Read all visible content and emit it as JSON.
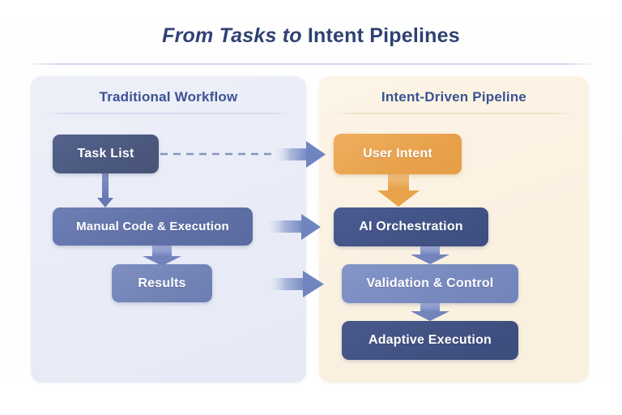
{
  "title": {
    "italic_part": "From Tasks to ",
    "roman_part": "Intent Pipelines",
    "full": "From Tasks to Intent Pipelines"
  },
  "colors": {
    "title_blue": "#2E4272",
    "panel_header_blue": "#3B5391",
    "left_panel_bg": "#EDEFF8",
    "right_panel_bg": "#FCF4E6",
    "accent_orange": "#E8A24C",
    "node_dark_navy": "#415285",
    "node_slate": "#4B587F",
    "node_mid_blue": "#5F70A6",
    "node_light_blue": "#7889BE",
    "arrow_blue": "#7E90C6",
    "arrow_orange": "#E8A24C",
    "dashed_line": "#8694C4"
  },
  "left_panel": {
    "header": "Traditional Workflow",
    "nodes": [
      {
        "id": "task-list",
        "label": "Task List"
      },
      {
        "id": "manual-code-execution",
        "label": "Manual Code & Execution"
      },
      {
        "id": "results",
        "label": "Results"
      }
    ],
    "flow": [
      "Task List → Manual Code & Execution",
      "Manual Code & Execution → Results"
    ]
  },
  "right_panel": {
    "header": "Intent-Driven Pipeline",
    "nodes": [
      {
        "id": "user-intent",
        "label": "User Intent"
      },
      {
        "id": "ai-orchestration",
        "label": "AI Orchestration"
      },
      {
        "id": "validation-control",
        "label": "Validation & Control"
      },
      {
        "id": "adaptive-execution",
        "label": "Adaptive Execution"
      }
    ],
    "flow": [
      "User Intent → AI Orchestration",
      "AI Orchestration → Validation & Control",
      "Validation & Control → Adaptive Execution"
    ]
  },
  "cross_connections": [
    {
      "from": "Task List",
      "to": "User Intent",
      "style": "dashed-line-with-arrow"
    },
    {
      "from": "Manual Code & Execution",
      "to": "AI Orchestration",
      "style": "gradient-arrow"
    },
    {
      "from": "Results",
      "to": "Validation & Control",
      "style": "gradient-arrow"
    }
  ]
}
